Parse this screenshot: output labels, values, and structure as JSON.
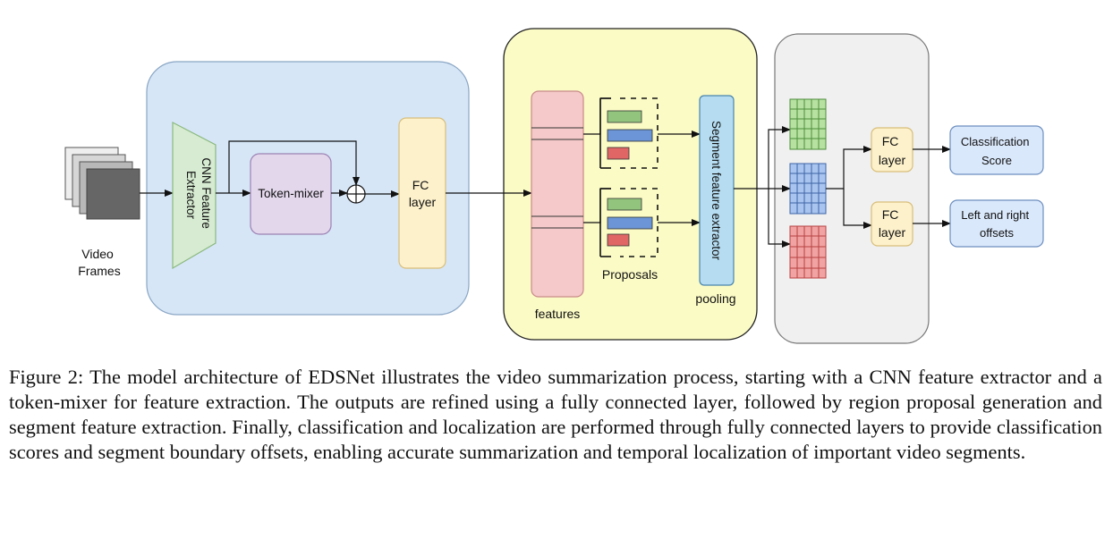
{
  "diagram": {
    "labels": {
      "video_frames_line1": "Video",
      "video_frames_line2": "Frames",
      "cnn_line1": "CNN Feature",
      "cnn_line2": "Extractor",
      "token_mixer": "Token-mixer",
      "fc_line1": "FC",
      "fc_line2": "layer",
      "features": "features",
      "proposals": "Proposals",
      "segment_extractor": "Segment feature extractor",
      "pooling": "pooling",
      "fc_top_line1": "FC",
      "fc_top_line2": "layer",
      "fc_bottom_line1": "FC",
      "fc_bottom_line2": "layer",
      "class_line1": "Classification",
      "class_line2": "Score",
      "offsets_line1": "Left and right",
      "offsets_line2": "offsets"
    },
    "colors": {
      "blue_panel": "#d6e6f7",
      "yellow_panel": "#fbfbc6",
      "gray_panel": "#f0f0f0",
      "cnn_trapezoid": "#d6ebd1",
      "token_mixer": "#e3d7ec",
      "fc_box": "#fdf1cb",
      "features_bar": "#f5c9c9",
      "segment_extractor": "#b5dcf1",
      "output_box": "#dae8fb",
      "green_bar": "#92c47d",
      "blue_bar": "#6b95d6",
      "red_bar": "#e06666"
    }
  },
  "caption": "Figure 2: The model architecture of EDSNet illustrates the video summarization process, starting with a CNN feature extractor and a token-mixer for feature extraction. The outputs are refined using a fully connected layer, followed by region proposal generation and segment feature extraction. Finally, classification and localization are performed through fully connected layers to provide classification scores and segment boundary offsets, enabling accurate summarization and temporal localization of important video segments."
}
